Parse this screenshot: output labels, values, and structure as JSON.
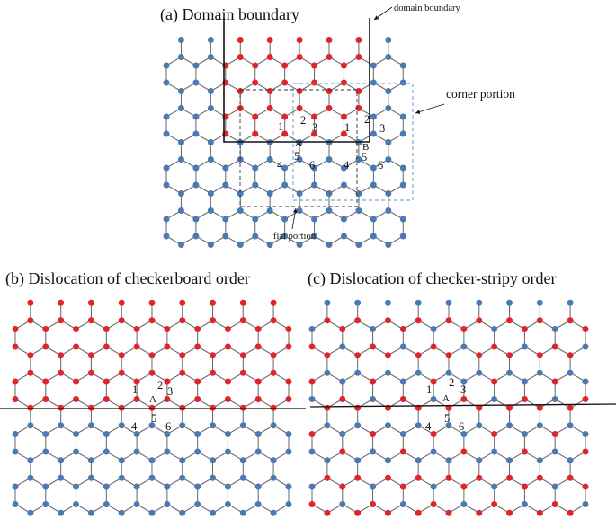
{
  "colors": {
    "red_site": "#e0242a",
    "blue_site": "#4a7ab3",
    "bond": "#6b6b6b",
    "boundary_line": "#111111",
    "flat_box": "#333333",
    "corner_box": "#5b8fc4"
  },
  "panel_a": {
    "title": "(a)  Domain boundary",
    "callout_domain_boundary": "domain boundary",
    "callout_corner": "corner portion",
    "callout_flat": "flat portion",
    "site_labels": {
      "s1": "1",
      "s2": "2",
      "s3": "3",
      "s1b": "1",
      "s2b": "2",
      "s3b": "3",
      "s4": "4",
      "s5": "5",
      "s6": "6",
      "s4b": "4",
      "s5b": "5",
      "s6b": "6",
      "A": "A",
      "B": "B"
    }
  },
  "panel_b": {
    "title": "(b)  Dislocation of checkerboard order",
    "site_labels": {
      "s1": "1",
      "s2": "2",
      "s3": "3",
      "s4": "4",
      "s5": "5",
      "s6": "6",
      "A": "A"
    }
  },
  "panel_c": {
    "title": "(c)  Dislocation of checker-stripy order",
    "site_labels": {
      "s1": "1",
      "s2": "2",
      "s3": "3",
      "s4": "4",
      "s5": "5",
      "s6": "6",
      "A": "A"
    }
  }
}
